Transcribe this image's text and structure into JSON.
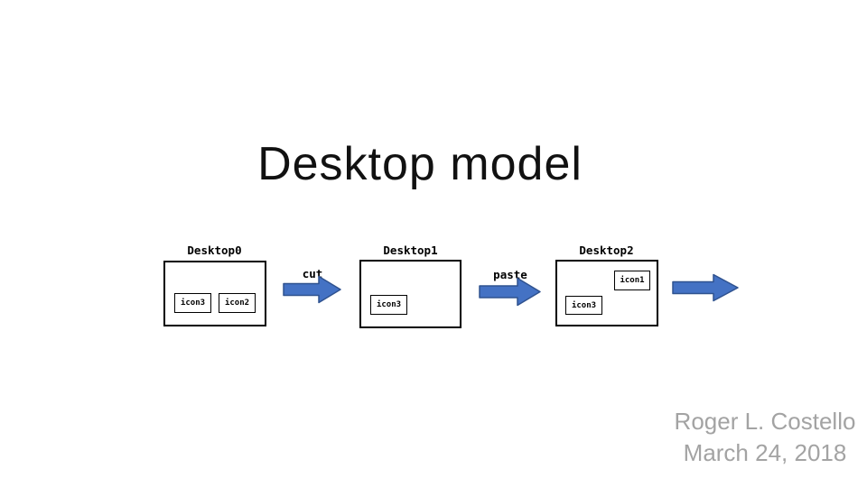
{
  "slide": {
    "title": "Desktop model",
    "attribution": {
      "author": "Roger L. Costello",
      "date": "March 24, 2018"
    }
  },
  "diagram": {
    "desktops": [
      {
        "label": "Desktop0",
        "icons": [
          {
            "label": "icon3"
          },
          {
            "label": "icon2"
          }
        ]
      },
      {
        "label": "Desktop1",
        "icons": [
          {
            "label": "icon3"
          }
        ]
      },
      {
        "label": "Desktop2",
        "icons": [
          {
            "label": "icon1"
          },
          {
            "label": "icon3"
          }
        ]
      }
    ],
    "arrows": [
      {
        "label": "cut"
      },
      {
        "label": "paste"
      },
      {
        "label": ""
      }
    ],
    "colors": {
      "arrow_fill": "#4472C4",
      "arrow_stroke": "#2F528F",
      "box_border": "#000000",
      "attribution_text": "#A3A3A3"
    }
  }
}
